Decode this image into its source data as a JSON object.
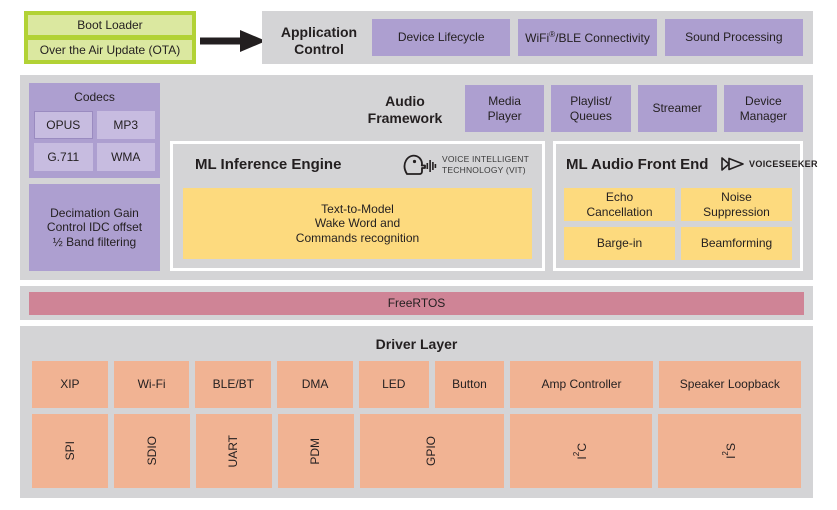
{
  "boot": {
    "items": [
      {
        "label": "Boot Loader",
        "name": "boot-loader"
      },
      {
        "label": "Over the Air Update (OTA)",
        "name": "ota-update"
      }
    ]
  },
  "arrow": {
    "name": "flow-arrow-right"
  },
  "application_control": {
    "title": "Application\nControl",
    "title_line1": "Application",
    "title_line2": "Control",
    "boxes": [
      {
        "label": "Device Lifecycle"
      },
      {
        "label": "WiFi®/BLE Connectivity",
        "pre": "WiFi",
        "sup": "®",
        "post": "/BLE Connectivity"
      },
      {
        "label": "Sound Processing"
      }
    ]
  },
  "codecs": {
    "title": "Codecs",
    "cells": [
      {
        "label": "OPUS"
      },
      {
        "label": "MP3"
      },
      {
        "label": "G.711"
      },
      {
        "label": "WMA"
      }
    ],
    "decimation": {
      "line1": "Decimation Gain",
      "line2": "Control IDC offset",
      "line3": "½ Band filtering"
    }
  },
  "audio_framework": {
    "title_line1": "Audio",
    "title_line2": "Framework",
    "boxes": [
      {
        "line1": "Media",
        "line2": "Player"
      },
      {
        "line1": "Playlist/",
        "line2": "Queues"
      },
      {
        "line1": "Streamer",
        "line2": ""
      },
      {
        "line1": "Device",
        "line2": "Manager"
      }
    ]
  },
  "ml_inference_engine": {
    "title": "ML Inference Engine",
    "logo": {
      "name": "vit-logo",
      "line1": "VOICE INTELLIGENT",
      "line2": "TECHNOLOGY (VIT)"
    },
    "body": {
      "line1": "Text-to-Model",
      "line2": "Wake Word and",
      "line3": "Commands recognition"
    }
  },
  "ml_audio_front_end": {
    "title": "ML Audio Front End",
    "logo": {
      "name": "voiceseeker-logo",
      "text": "VOICESEEKER"
    },
    "cells": [
      {
        "line1": "Echo",
        "line2": "Cancellation"
      },
      {
        "line1": "Noise",
        "line2": "Suppression"
      },
      {
        "line1": "Barge-in",
        "line2": ""
      },
      {
        "line1": "Beamforming",
        "line2": ""
      }
    ]
  },
  "rtos": {
    "label": "FreeRTOS"
  },
  "driver_layer": {
    "title": "Driver Layer",
    "top_row": [
      {
        "label": "XIP",
        "flex": 1.0
      },
      {
        "label": "Wi-Fi",
        "flex": 1.0
      },
      {
        "label": "BLE/BT",
        "flex": 1.0
      },
      {
        "label": "DMA",
        "flex": 1.0
      },
      {
        "label": "LED",
        "flex": 0.92
      },
      {
        "label": "Button",
        "flex": 0.92
      },
      {
        "label": "Amp Controller",
        "flex": 1.88
      },
      {
        "label": "Speaker Loopback",
        "flex": 1.88
      }
    ],
    "bottom_row": [
      {
        "label": "SPI",
        "flex": 1.0
      },
      {
        "label": "SDIO",
        "flex": 1.0
      },
      {
        "label": "UART",
        "flex": 1.0
      },
      {
        "label": "PDM",
        "flex": 1.0
      },
      {
        "label": "GPIO",
        "flex": 1.9
      },
      {
        "label": "I²C",
        "flex": 1.88,
        "pre": "I",
        "sup": "2",
        "post": "C"
      },
      {
        "label": "I²S",
        "flex": 1.88,
        "pre": "I",
        "sup": "2",
        "post": "S"
      }
    ]
  },
  "colors": {
    "grey": "#d4d4d6",
    "purple_dark": "#ad9fd0",
    "purple_light": "#c7bce0",
    "yellow": "#fdda7e",
    "rose": "#cf8496",
    "salmon": "#f1b393",
    "green_outer": "#b2d235",
    "green_inner": "#dbe8a0"
  }
}
